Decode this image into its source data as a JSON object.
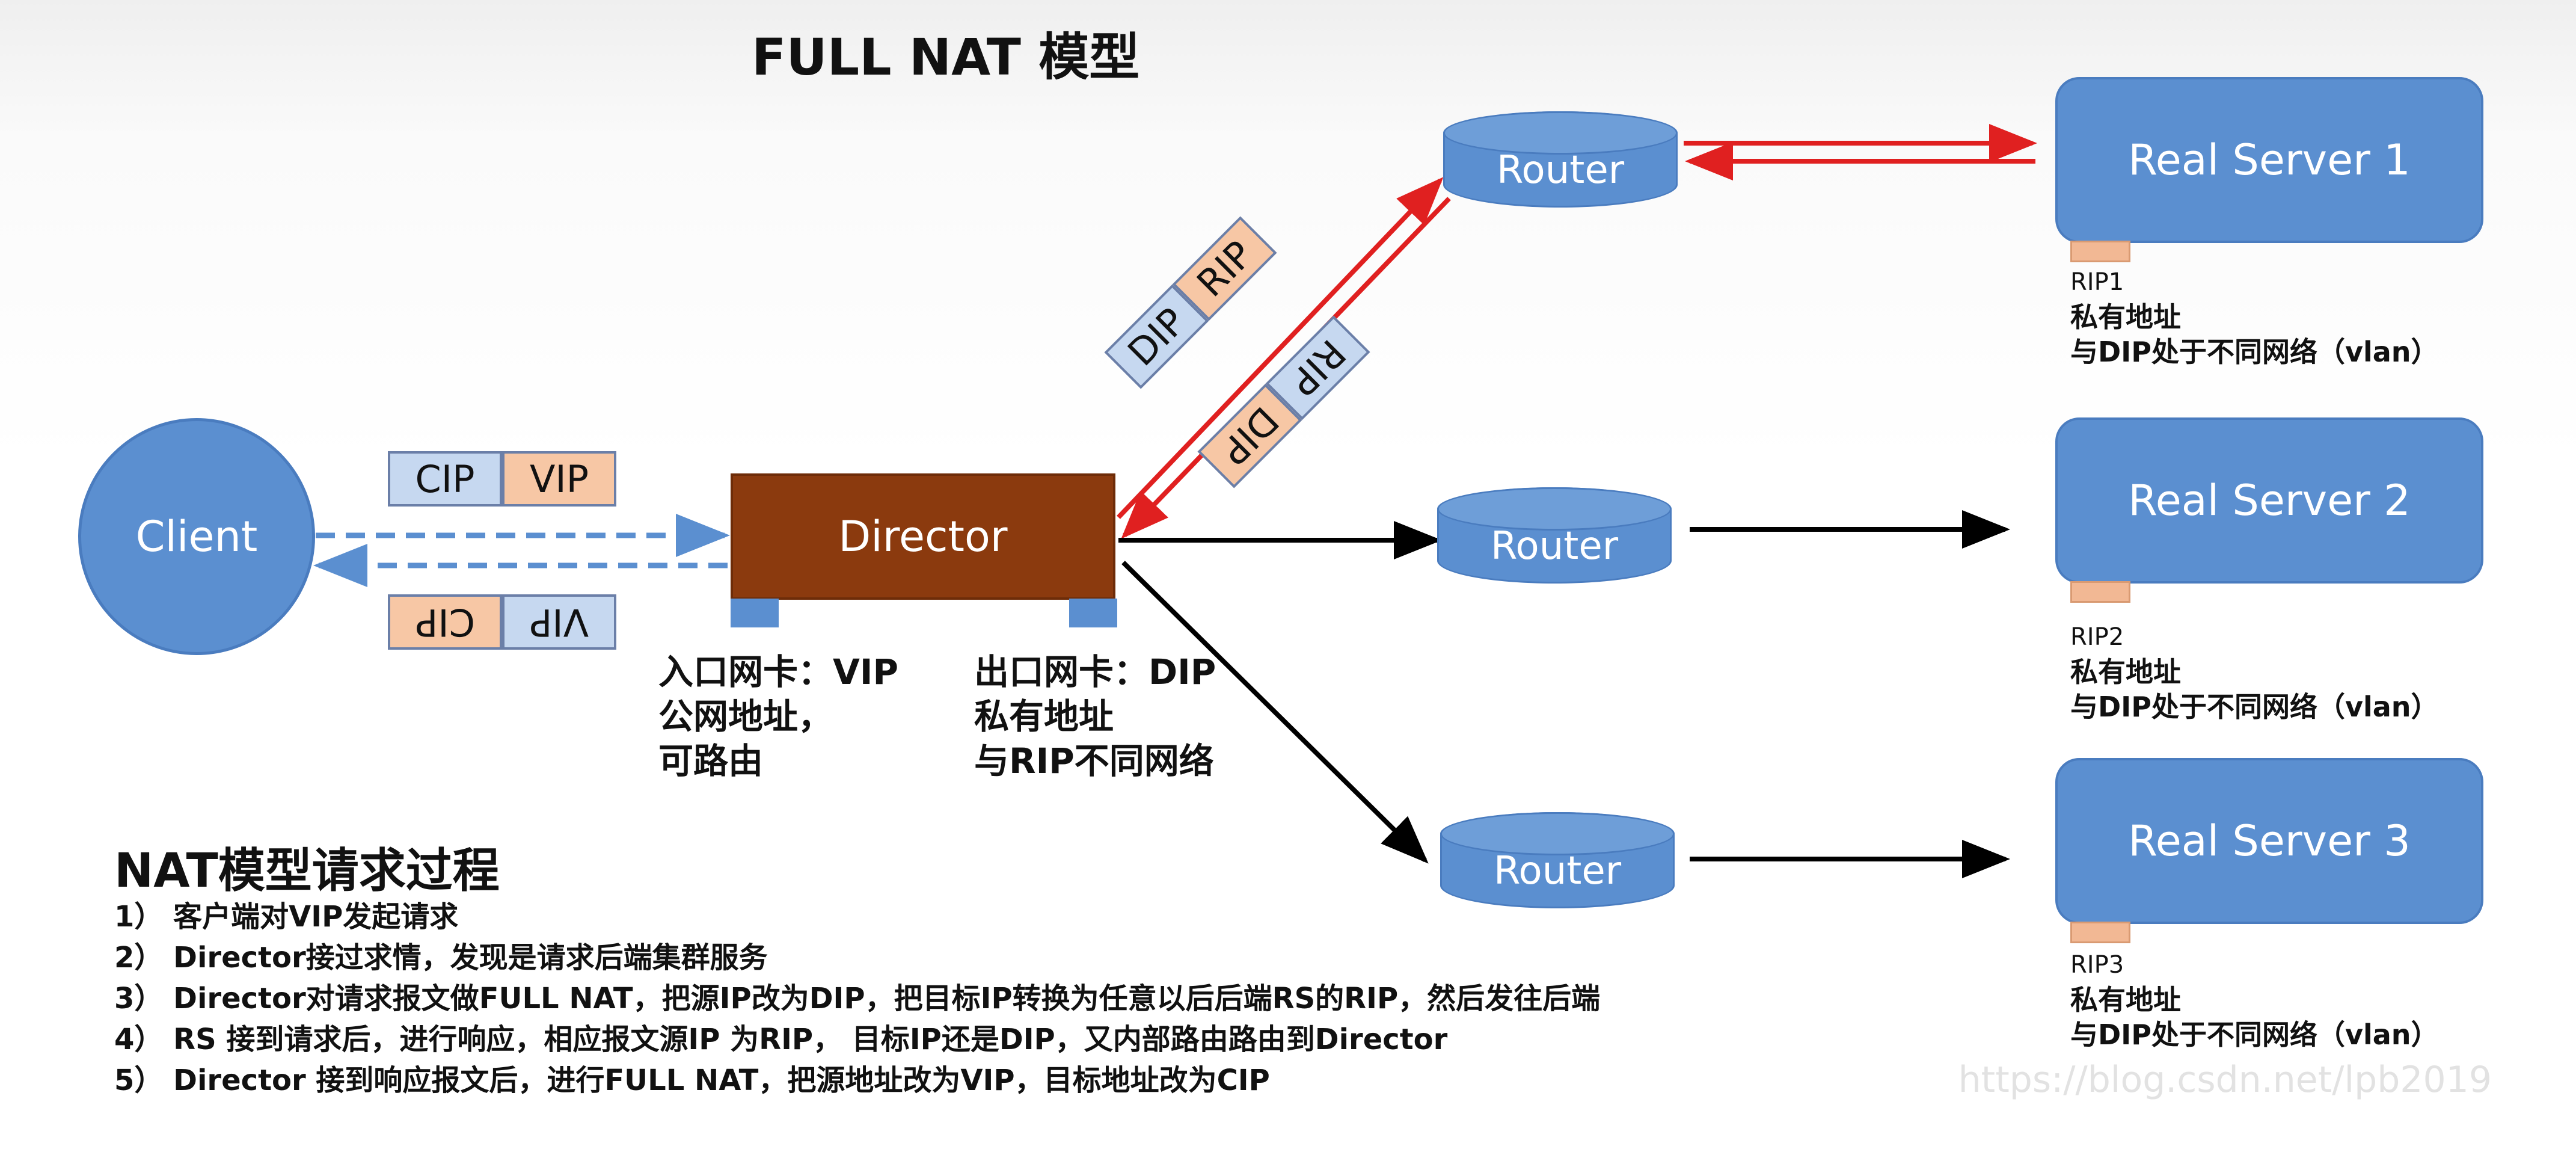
{
  "title": "FULL NAT 模型",
  "client": {
    "label": "Client"
  },
  "director": {
    "label": "Director"
  },
  "routers": [
    "Router",
    "Router",
    "Router"
  ],
  "servers": [
    {
      "label": "Real Server 1",
      "rip": "RIP1",
      "line1": "私有地址",
      "line2": "与DIP处于不同网络（vlan）"
    },
    {
      "label": "Real Server 2",
      "rip": "RIP2",
      "line1": "私有地址",
      "line2": "与DIP处于不同网络（vlan）"
    },
    {
      "label": "Real Server 3",
      "rip": "RIP3",
      "line1": "私有地址",
      "line2": "与DIP处于不同网络（vlan）"
    }
  ],
  "packets": {
    "client_request": [
      "CIP",
      "VIP"
    ],
    "client_response": [
      "VIP",
      "CIP"
    ],
    "director_to_rs": [
      "DIP",
      "RIP"
    ],
    "rs_to_director": [
      "RIP",
      "DIP"
    ]
  },
  "nic_in": {
    "line1": "入口网卡：VIP",
    "line2": "公网地址，",
    "line3": "可路由"
  },
  "nic_out": {
    "line1": "出口网卡：DIP",
    "line2": "私有地址",
    "line3": "与RIP不同网络"
  },
  "steps": {
    "title": "NAT模型请求过程",
    "items": [
      "1） 客户端对VIP发起请求",
      "2） Director接过求情，发现是请求后端集群服务",
      "3） Director对请求报文做FULL NAT，把源IP改为DIP，把目标IP转换为任意以后后端RS的RIP，然后发往后端",
      "4） RS 接到请求后，进行响应，相应报文源IP 为RIP， 目标IP还是DIP，又内部路由路由到Director",
      "5） Director 接到响应报文后，进行FULL NAT，把源地址改为VIP，目标地址改为CIP"
    ]
  },
  "watermark": "https://blog.csdn.net/lpb2019",
  "colors": {
    "blue": "#5b8fd0",
    "director": "#8b3a0e",
    "red": "#e02020",
    "peach": "#f7c7a5",
    "lightblue": "#c6d8f0"
  }
}
